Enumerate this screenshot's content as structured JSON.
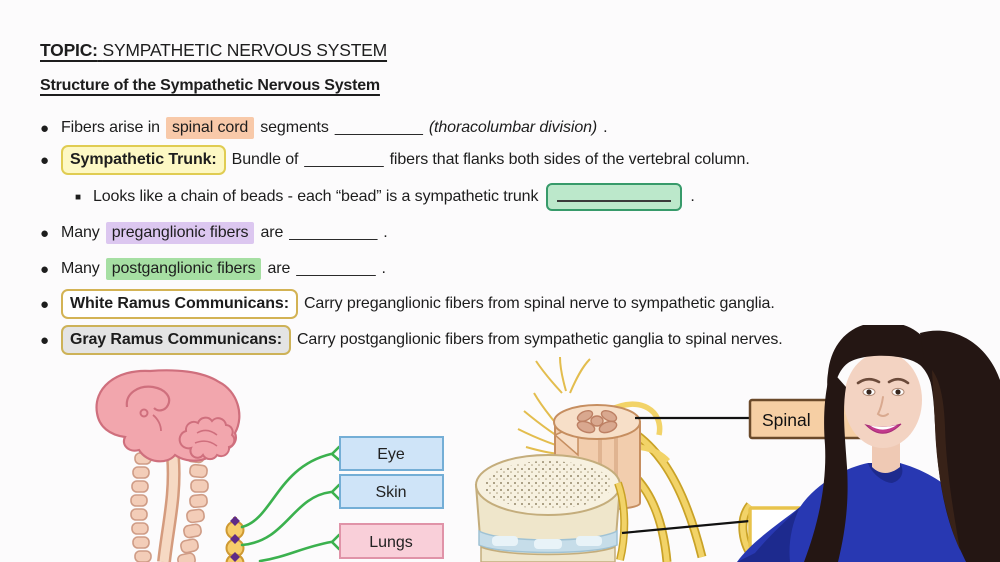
{
  "slide": {
    "topic": {
      "label": "TOPIC:",
      "title": "SYMPATHETIC NERVOUS SYSTEM"
    },
    "subtitle": "Structure of the Sympathetic Nervous System",
    "bullet1": {
      "pre": "Fibers arise in",
      "highlight": "spinal cord",
      "mid": "segments",
      "blank": "__________",
      "italic": "(thoracolumbar division)",
      "end": "."
    },
    "bullet2": {
      "box": "Sympathetic Trunk:",
      "text_a": "Bundle of",
      "blank": "_________",
      "text_b": "fibers that flanks both sides of the vertebral column."
    },
    "subbullet": {
      "text": "Looks like a chain of beads - each “bead” is a sympathetic trunk",
      "end": "."
    },
    "bullet3": {
      "pre": "Many",
      "highlight": "preganglionic fibers",
      "mid": "are",
      "blank": "__________",
      "end": "."
    },
    "bullet4": {
      "pre": "Many",
      "highlight": "postganglionic fibers",
      "mid": "are",
      "blank": "_________",
      "end": "."
    },
    "bullet5": {
      "box": "White Ramus Communicans:",
      "text": "Carry preganglionic fibers from spinal nerve to sympathetic ganglia."
    },
    "bullet6": {
      "box": "Gray Ramus Communicans:",
      "text": "Carry postganglionic fibers from sympathetic ganglia to spinal nerves."
    }
  },
  "diagram": {
    "organ_labels": {
      "eye": "Eye",
      "skin": "Skin",
      "lungs": "Lungs"
    },
    "spinal_label": "Spinal"
  },
  "colors": {
    "highlight_salmon": "#f8c9a9",
    "highlight_purple": "#dcc7f0",
    "highlight_green": "#a6dfa3",
    "term_yellow_fill": "#fdf8c4",
    "term_gold_border": "#d3b354",
    "answer_green_fill": "#bce8cb",
    "answer_green_border": "#379a6a",
    "nerve_green": "#3bb14e",
    "organ_blue_fill": "#cfe4f8",
    "organ_pink_fill": "#f9cfd9",
    "label_peach_fill": "#f6cfa4"
  }
}
